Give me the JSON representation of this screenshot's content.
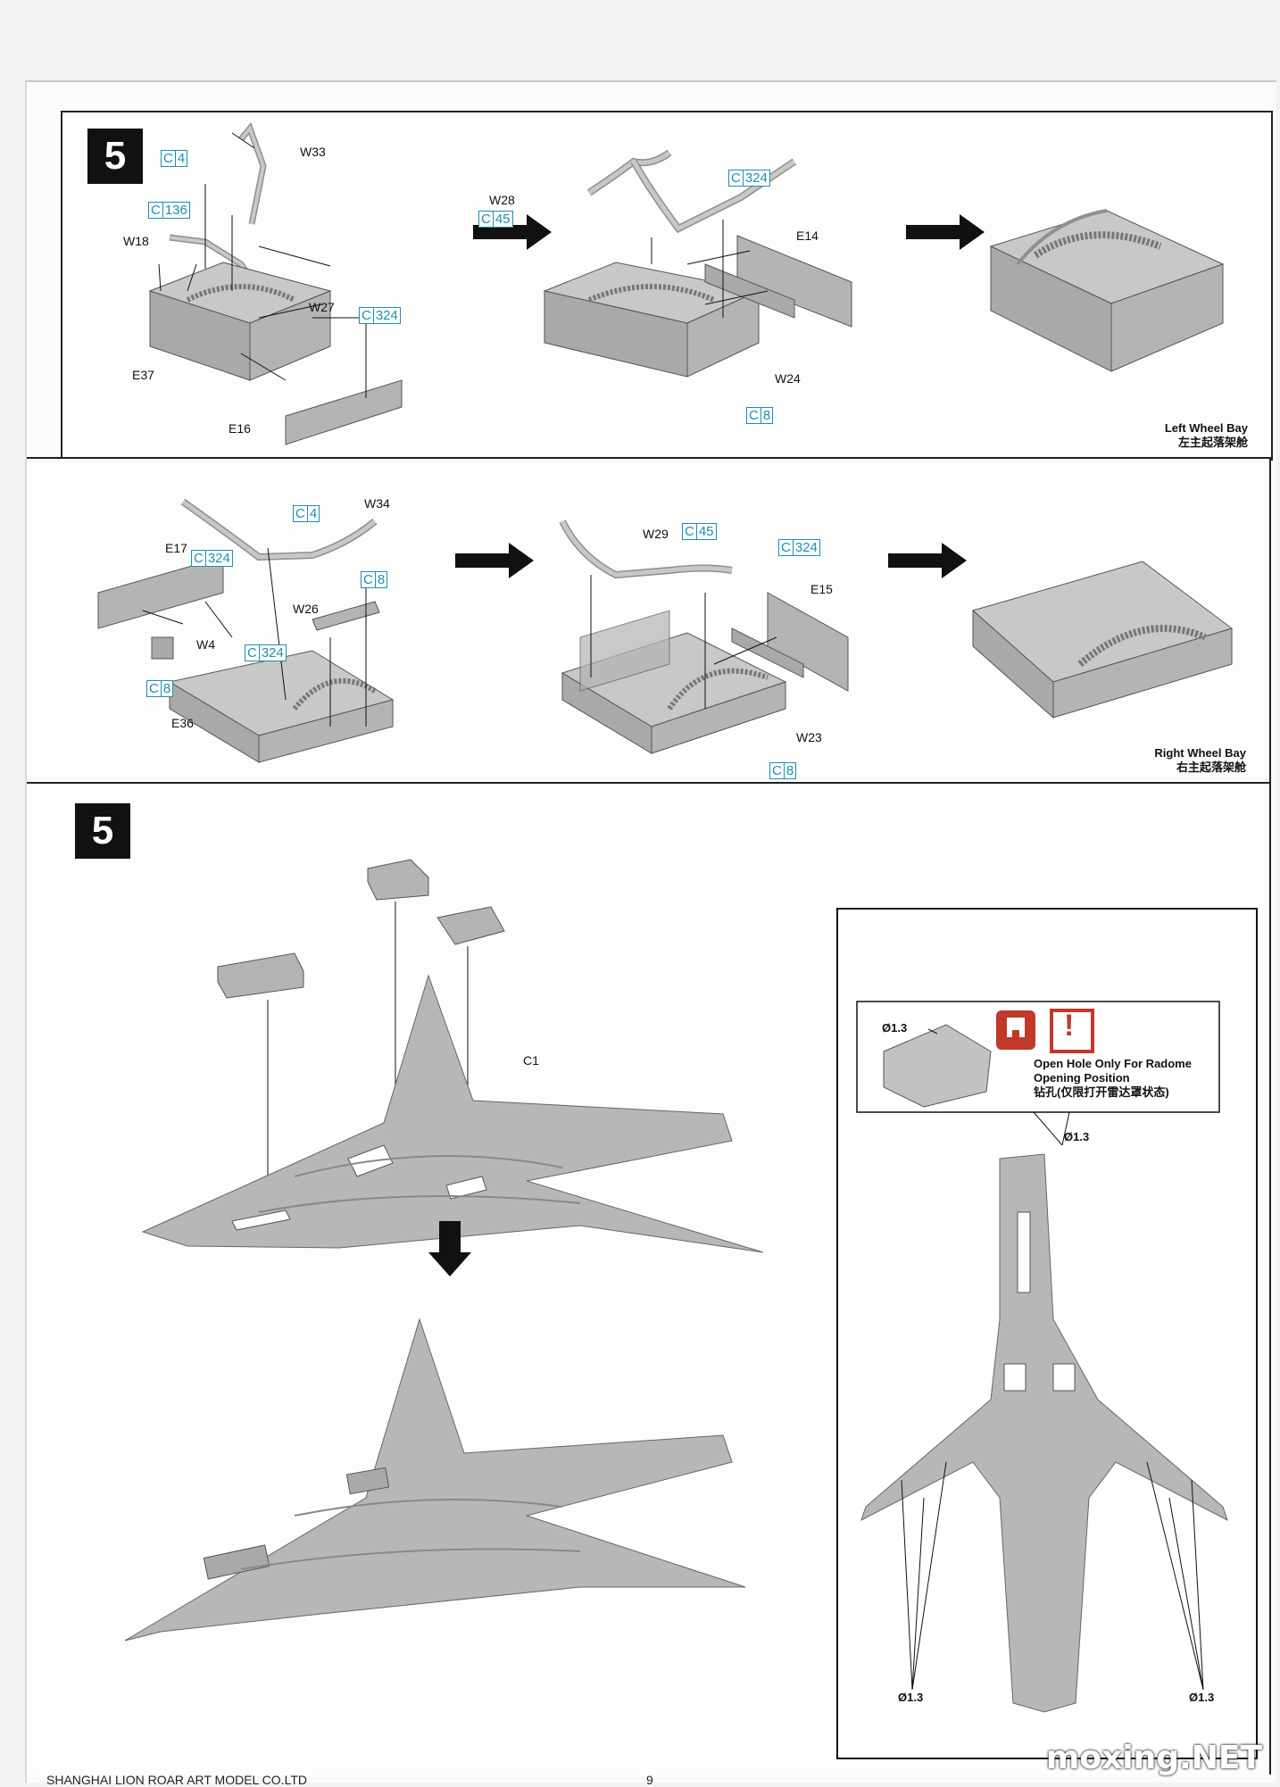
{
  "steps": {
    "step_a": "5",
    "step_b": "5"
  },
  "panel1": {
    "labels": {
      "w33": "W33",
      "w18": "W18",
      "w27": "W27",
      "e37": "E37",
      "e16": "E16",
      "w28": "W28",
      "e14": "E14",
      "w24": "W24"
    },
    "codes": {
      "c4": "4",
      "c136": "136",
      "c324a": "324",
      "c45": "45",
      "c324b": "324",
      "c8": "8"
    },
    "code_prefix": "C",
    "caption_en": "Left Wheel Bay",
    "caption_cn": "左主起落架舱"
  },
  "panel2": {
    "labels": {
      "w34": "W34",
      "e17": "E17",
      "w26": "W26",
      "w4": "W4",
      "e36": "E36",
      "w29": "W29",
      "e15": "E15",
      "w23": "W23"
    },
    "codes": {
      "c4": "4",
      "c324a": "324",
      "c8a": "8",
      "c8b": "8",
      "c324b": "324",
      "c45": "45",
      "c324c": "324",
      "c8c": "8"
    },
    "caption_en": "Right Wheel Bay",
    "caption_cn": "右主起落架舱"
  },
  "panel3": {
    "labels": {
      "c1": "C1",
      "dia_top": "Ø1.3",
      "dia_nose": "Ø1.3",
      "dia_left": "Ø1.3",
      "dia_right": "Ø1.3"
    },
    "note_en_1": "Open Hole Only For Radome",
    "note_en_2": "Opening Position",
    "note_cn": "钻孔(仅限打开雷达罩状态)",
    "warning_glyph": "!"
  },
  "footer": {
    "company": "SHANGHAI LION ROAR ART MODEL CO.LTD",
    "page": "9"
  },
  "watermark": "moxing.NET",
  "colors": {
    "part_gray": "#b4b5b2",
    "part_dark": "#8f908d",
    "code_blue": "#1b8fb0",
    "drill_red": "#c0392b"
  }
}
